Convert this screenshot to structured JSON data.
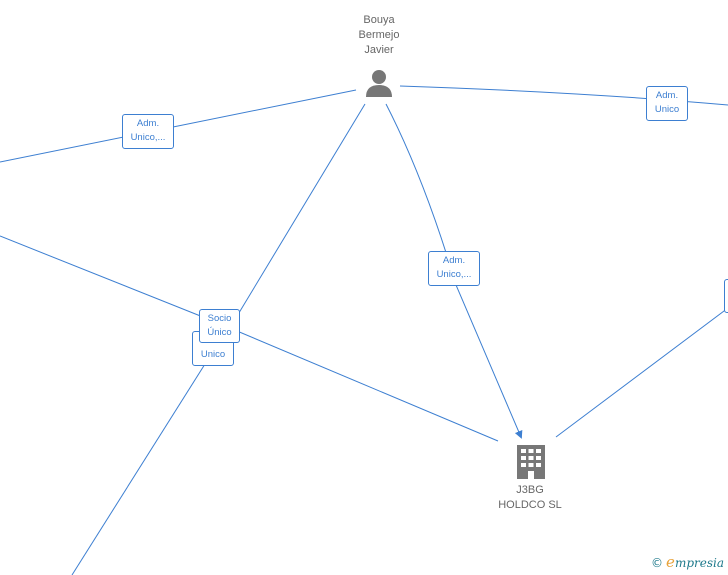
{
  "nodes": {
    "person": {
      "label": "Bouya\nBermejo\nJavier",
      "icon": "person-icon"
    },
    "company": {
      "label": "J3BG\nHOLDCO  SL",
      "icon": "building-icon"
    }
  },
  "edge_labels": {
    "top_left": "Adm.\nUnico,...",
    "top_right": "Adm.\nUnico",
    "middle": "Adm.\nUnico,...",
    "socio": "Socio\nÚnico",
    "lower_left": "Adm.\nUnico"
  },
  "colors": {
    "edge": "#3d7fd1",
    "node": "#777777",
    "label_text": "#666666"
  },
  "brand": {
    "copyright": "©",
    "initial": "e",
    "rest": "mpresia"
  }
}
